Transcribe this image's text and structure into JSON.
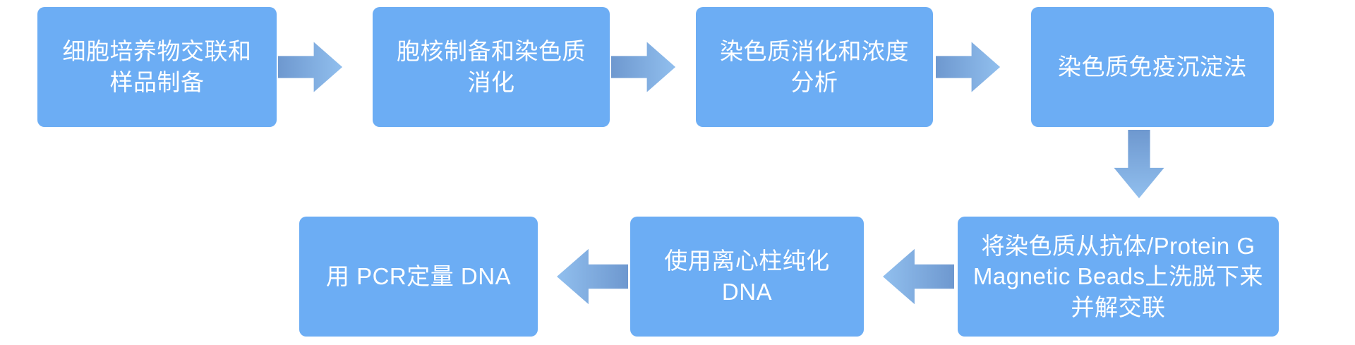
{
  "diagram": {
    "type": "flowchart",
    "background": "#ffffff",
    "colors": {
      "box_fill": "#6cadf4",
      "box_text": "#ffffff",
      "arrow_tail": "#6e98cf",
      "arrow_tip": "#91bfee"
    },
    "steps": [
      {
        "order": 1,
        "label": "细胞培养物交联和\n样品制备"
      },
      {
        "order": 2,
        "label": "胞核制备和染色质\n消化"
      },
      {
        "order": 3,
        "label": "染色质消化和浓度\n分析"
      },
      {
        "order": 4,
        "label": "染色质免疫沉淀法"
      },
      {
        "order": 5,
        "label": "将染色质从抗体/Protein G\nMagnetic Beads上洗脱下来\n并解交联"
      },
      {
        "order": 6,
        "label": "使用离心柱纯化\nDNA"
      },
      {
        "order": 7,
        "label": "用 PCR定量 DNA"
      }
    ],
    "connectors": [
      {
        "from": 1,
        "to": 2,
        "direction": "right"
      },
      {
        "from": 2,
        "to": 3,
        "direction": "right"
      },
      {
        "from": 3,
        "to": 4,
        "direction": "right"
      },
      {
        "from": 4,
        "to": 5,
        "direction": "down"
      },
      {
        "from": 5,
        "to": 6,
        "direction": "left"
      },
      {
        "from": 6,
        "to": 7,
        "direction": "left"
      }
    ]
  }
}
